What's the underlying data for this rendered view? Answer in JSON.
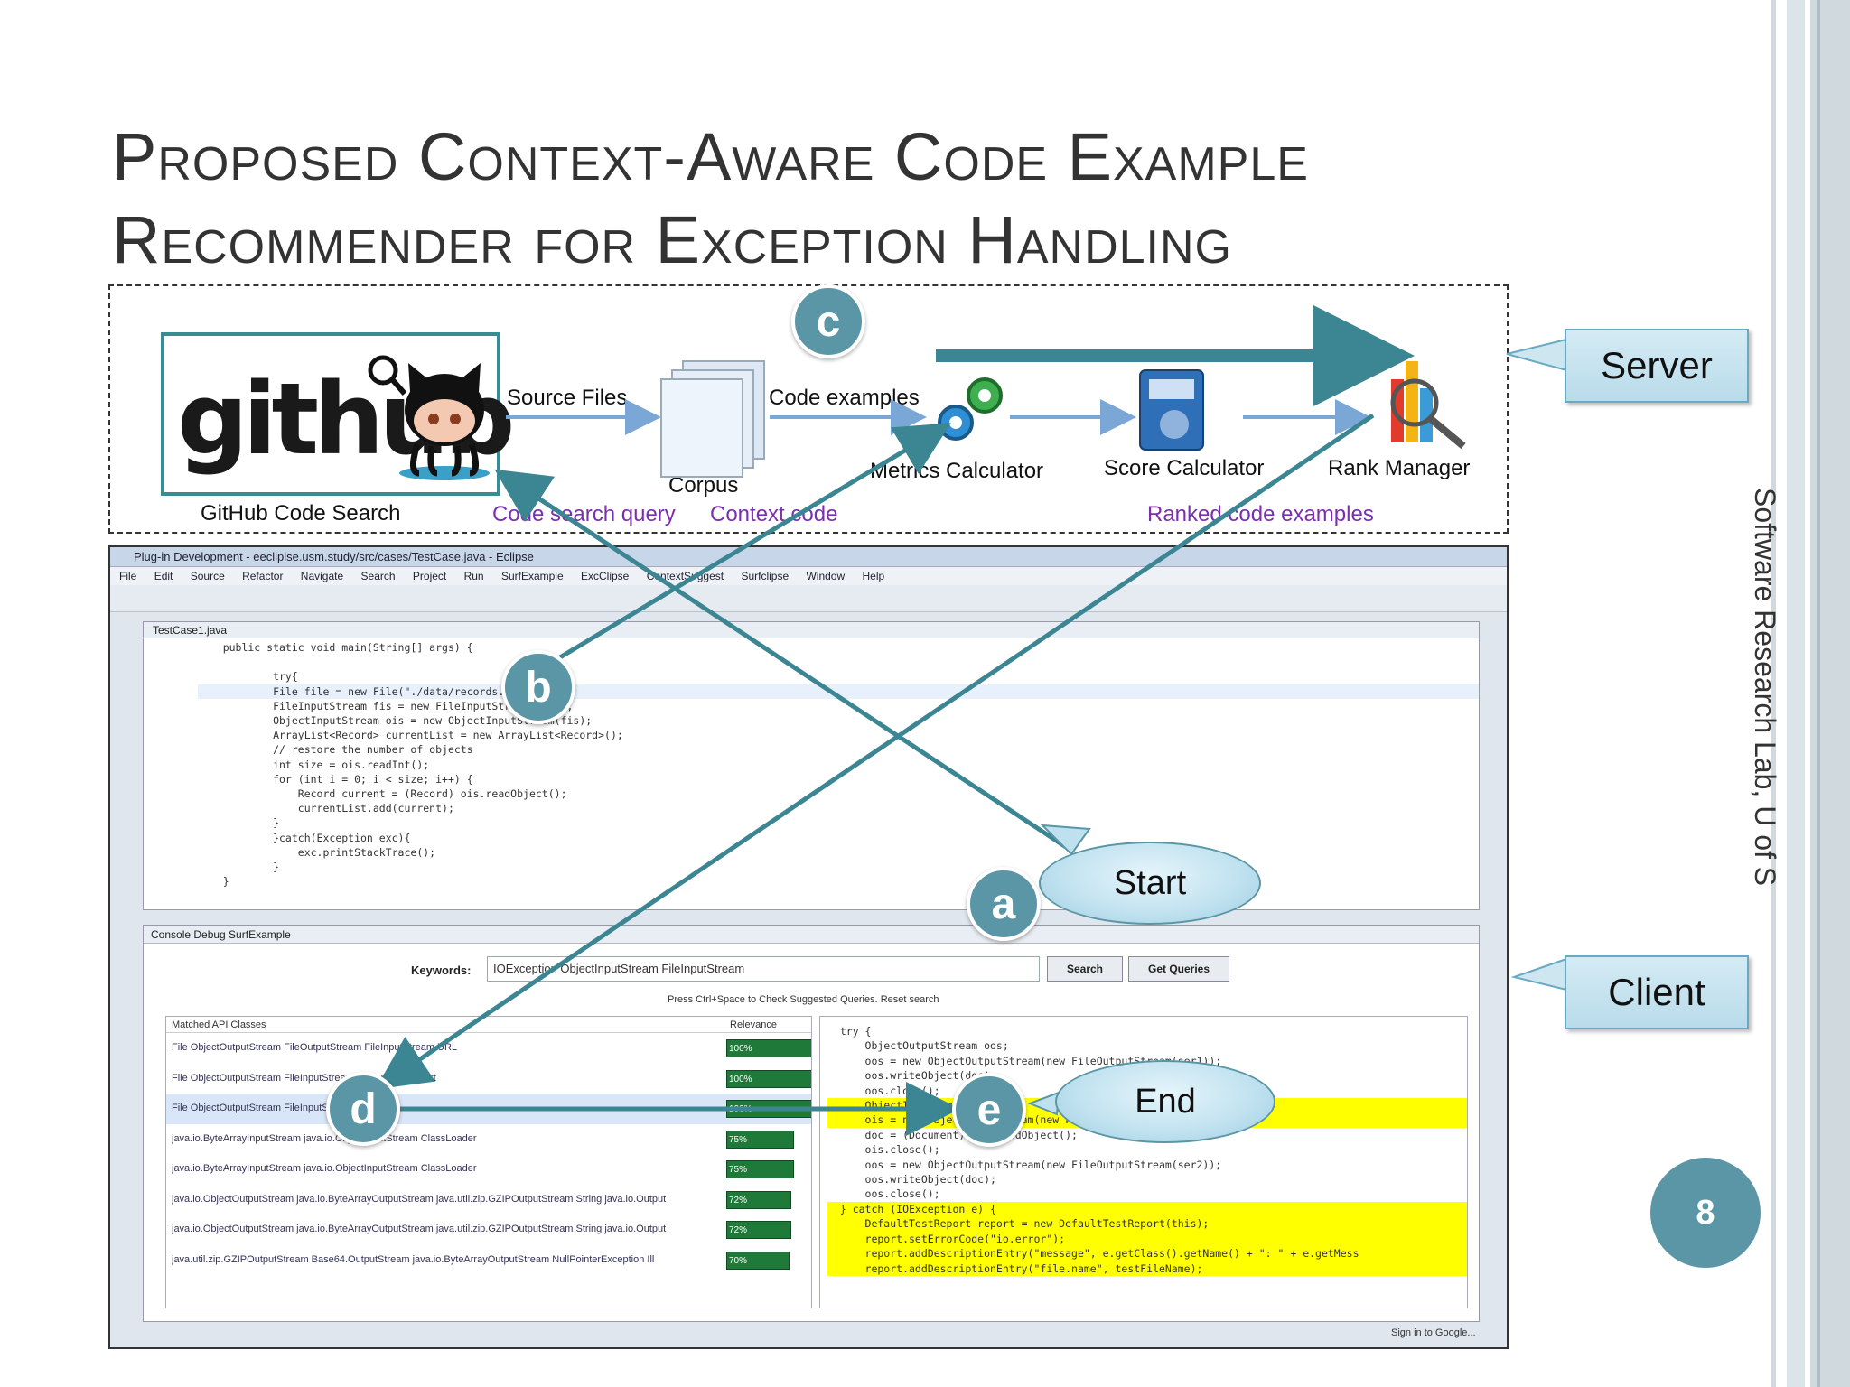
{
  "slide": {
    "title_line1": "Proposed Context-Aware Code Example",
    "title_line2": "Recommender for Exception Handling",
    "side_label": "Software Research Lab, U of S",
    "page_number": "8"
  },
  "server": {
    "callout": "Server",
    "github_logo_text": "github",
    "github_caption": "GitHub Code Search",
    "arrow_source_files": "Source Files",
    "corpus": "Corpus",
    "arrow_code_examples": "Code examples",
    "metrics_calculator": "Metrics Calculator",
    "score_calculator": "Score Calculator",
    "rank_manager": "Rank Manager",
    "code_search_query": "Code  search query",
    "context_code": "Context  code",
    "ranked_code_examples": "Ranked  code examples"
  },
  "client": {
    "callout": "Client",
    "window_title": "Plug-in Development - eecliplse.usm.study/src/cases/TestCase.java - Eclipse",
    "menu": [
      "File",
      "Edit",
      "Source",
      "Refactor",
      "Navigate",
      "Search",
      "Project",
      "Run",
      "SurfExample",
      "ExcClipse",
      "ContextSuggest",
      "Surfclipse",
      "Window",
      "Help"
    ],
    "editor_tab": "TestCase1.java",
    "bottom_tabs": "Console  Debug  SurfExample",
    "keywords_label": "Keywords:",
    "keywords_value": "IOException ObjectInputStream FileInputStream",
    "search_button": "Search",
    "get_queries_button": "Get Queries",
    "hint": "Press Ctrl+Space to Check Suggested Queries.  Reset search",
    "table_headers": [
      "Matched API Classes",
      "Relevance"
    ],
    "rows": [
      {
        "name": "File ObjectOutputStream FileOutputStream FileInputStream URL",
        "relevance": "100%"
      },
      {
        "name": "File ObjectOutputStream FileInputStream DefaultTestReport",
        "relevance": "100%"
      },
      {
        "name": "File ObjectOutputStream FileInputStream URL",
        "relevance": "100%"
      },
      {
        "name": "java.io.ByteArrayInputStream java.io.ObjectInputStream ClassLoader",
        "relevance": "75%"
      },
      {
        "name": "java.io.ByteArrayInputStream java.io.ObjectInputStream ClassLoader",
        "relevance": "75%"
      },
      {
        "name": "java.io.ObjectOutputStream java.io.ByteArrayOutputStream java.util.zip.GZIPOutputStream String java.io.Output",
        "relevance": "72%"
      },
      {
        "name": "java.io.ObjectOutputStream java.io.ByteArrayOutputStream java.util.zip.GZIPOutputStream String java.io.Output",
        "relevance": "72%"
      },
      {
        "name": "java.util.zip.GZIPOutputStream Base64.OutputStream java.io.ByteArrayOutputStream NullPointerException Ill",
        "relevance": "70%"
      }
    ],
    "status_bar": "Sign in to Google..."
  },
  "annotations": {
    "a": "a",
    "b": "b",
    "c": "c",
    "d": "d",
    "e": "e",
    "start": "Start",
    "end": "End"
  },
  "colors": {
    "accent": "#5b96a6",
    "connector": "#3c8592",
    "flow_arrow": "#8fb0d6",
    "purple_label": "#7a2fb0"
  }
}
